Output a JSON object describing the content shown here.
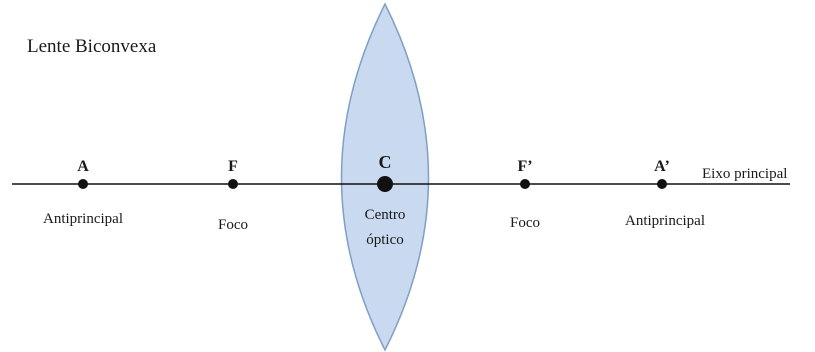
{
  "diagram": {
    "title": "Lente Biconvexa",
    "axis_label": "Eixo principal",
    "lens_fill": "#c9d9ef",
    "lens_stroke": "#7f9fc6",
    "points": [
      {
        "id": "A",
        "letter": "A",
        "desc": [
          "Antiprincipal"
        ]
      },
      {
        "id": "F",
        "letter": "F",
        "desc": [
          "Foco"
        ]
      },
      {
        "id": "C",
        "letter": "C",
        "desc": [
          "Centro",
          "óptico"
        ]
      },
      {
        "id": "F2",
        "letter": "F’",
        "desc": [
          "Foco"
        ]
      },
      {
        "id": "A2",
        "letter": "A’",
        "desc": [
          "Antiprincipal"
        ]
      }
    ]
  }
}
